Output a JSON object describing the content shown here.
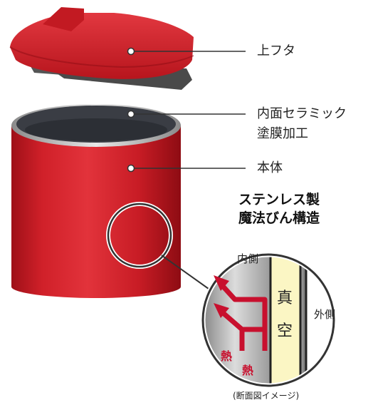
{
  "labels": {
    "lid": "上フタ",
    "inner_coating_line1": "内面セラミック",
    "inner_coating_line2": "塗膜加工",
    "body": "本体"
  },
  "structure_title": {
    "line1": "ステンレス製",
    "line2": "魔法びん構造"
  },
  "cross_section": {
    "inner_side": "内側",
    "vacuum_1": "真",
    "vacuum_2": "空",
    "outer_side": "外側",
    "heat_1": "熱",
    "heat_2": "熱"
  },
  "caption": "(断面図イメージ)",
  "colors": {
    "body_red": "#d0202a",
    "vacuum_yellow": "#fbf6c4",
    "arrow_red": "#c8102e",
    "leader_line": "#333333"
  }
}
